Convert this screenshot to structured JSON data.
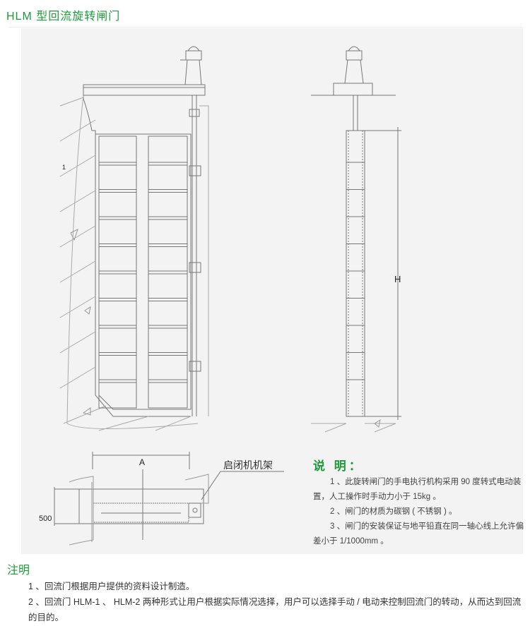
{
  "title": "HLM 型回流旋转闸门",
  "drawing": {
    "label_A": "A",
    "label_H": "H",
    "label_500": "500",
    "label_frame": "启闭机机架",
    "marker_1": "1"
  },
  "description": {
    "heading": "说 明：",
    "items": [
      "1 、此旋转闸门的手电执行机构采用 90 度转式电动装置，人工操作时手动力小于 15kg 。",
      "2 、闸门的材质为碳钢 ( 不锈钢 ) 。",
      "3 、闸门的安装保证与地平铅直在同一轴心线上允许偏差小于 1/1000mm 。"
    ]
  },
  "notes": {
    "heading": "注明",
    "items": [
      "1 、回流门根据用户提供的资料设计制造。",
      "2 、回流门 HLM-1 、 HLM-2 两种形式让用户根据实际情况选择，用户可以选择手动 / 电动来控制回流门的转动，从而达到回流的目的。"
    ]
  },
  "colors": {
    "accent": "#1f9a3a",
    "line": "#777777"
  }
}
